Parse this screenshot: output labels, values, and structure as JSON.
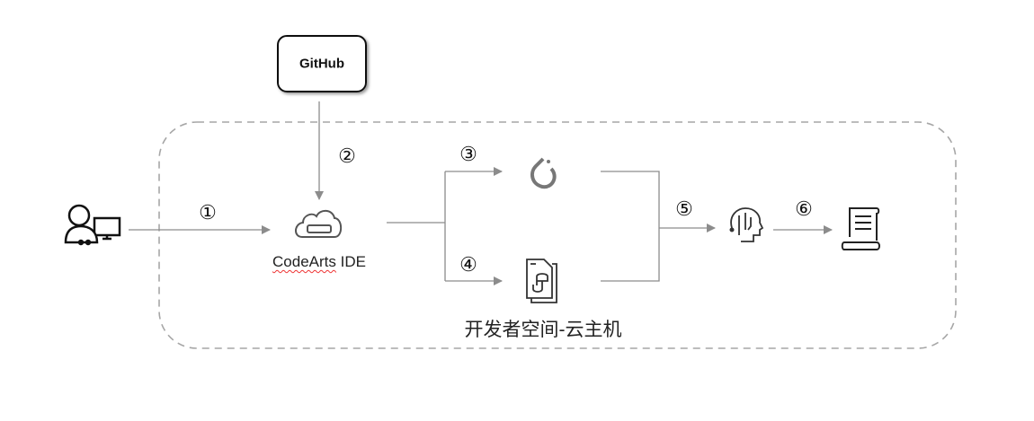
{
  "nodes": {
    "github": "GitHub",
    "ide_name": "CodeArts",
    "ide_suffix": " IDE",
    "zone": "开发者空间-云主机"
  },
  "steps": [
    "①",
    "②",
    "③",
    "④",
    "⑤",
    "⑥"
  ],
  "icons": [
    "user-computer-icon",
    "cloud-icon",
    "pytorch-icon",
    "python-file-icon",
    "ai-head-icon",
    "scroll-document-icon"
  ],
  "colors": {
    "line": "#8c8c8c",
    "icon": "#333333",
    "dash": "#a6a6a6"
  }
}
